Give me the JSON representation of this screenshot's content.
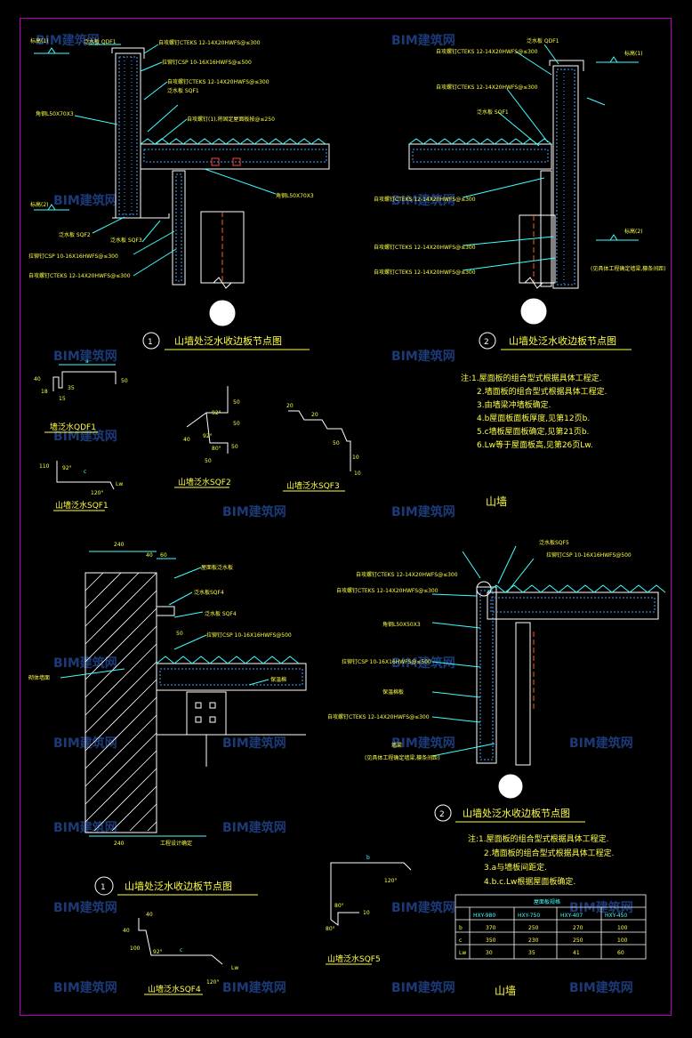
{
  "watermark": "BIM建筑网",
  "detail_titles": {
    "top_left": {
      "num": "1",
      "text": "山墙处泛水收边板节点图"
    },
    "top_right": {
      "num": "2",
      "text": "山墙处泛水收边板节点图"
    },
    "bottom_left": {
      "num": "1",
      "text": "山墙处泛水收边板节点图"
    },
    "bottom_right": {
      "num": "2",
      "text": "山墙处泛水收边板节点图"
    }
  },
  "section_labels": {
    "upper": "山墙",
    "lower": "山墙"
  },
  "notes_upper": [
    "注:1.屋面板的组合型式根据具体工程定.",
    "2.墙面板的组合型式根据具体工程定.",
    "3.由墙梁冲墙板确定.",
    "4.b屋面板面板厚度,见第12页b.",
    "5.c墙板屋面板确定,见第21页b.",
    "6.Lw等于屋面板高,见第26页Lw."
  ],
  "notes_lower": [
    "注:1.屋面板的组合型式根据具体工程定.",
    "2.墙面板的组合型式根据具体工程定.",
    "3.a与墙板间距定.",
    "4.b.c.Lw根据屋面板确定."
  ],
  "part_labels": {
    "qdf1": "墙泛水QDF1",
    "sqf1": "山墙泛水SQF1",
    "sqf2": "山墙泛水SQF2",
    "sqf3": "山墙泛水SQF3",
    "sqf4": "山墙泛水SQF4",
    "sqf5": "山墙泛水SQF5"
  },
  "callouts_tl": {
    "a1": "泛水板 QDF1",
    "a2": "自攻螺钉CTEKS 12-14X20HWFS@≤300",
    "a3": "自攻螺钉CTEKS 12-14X20HWFS@≤300",
    "a4": "拉铆钉CSP 10-16X16HWFS@≤500",
    "a5": "泛水板 SQF1",
    "a6": "自攻螺钉(1),将固定屋面板按@≤250",
    "a7": "角钢L50X70X3",
    "a8": "角钢L50X70X3",
    "a9": "泛水板 SQF2",
    "a10": "泛水板 SQF3",
    "a11": "拉铆钉CSP 10-16X16HWFS@≤300",
    "a12": "自攻螺钉CTEKS 12-14X20HWFS@≤300",
    "level1": "标高(1)",
    "level2": "标高(2)"
  },
  "callouts_tr": {
    "b1": "泛水板 QDF1",
    "b2": "自攻螺钉CTEKS 12-14X20HWFS@≤300",
    "b3": "泛水板 SQF1",
    "b4": "自攻螺钉CTEKS 12-14X20HWFS@≤300",
    "b5": "自攻螺钉CTEKS 12-14X20HWFS@≤300",
    "b6": "自攻螺钉CTEKS 12-14X20HWFS@≤300",
    "level1": "标高(1)",
    "level2": "标高(2)",
    "note": "(见具体工程确定墙梁,檩条间距)"
  },
  "callouts_bl": {
    "c1": "屋面板泛水板",
    "c2": "泛水板SQF4",
    "c3": "泛水板 SQF4",
    "c4": "拉铆钉CSP 10-16X16HWFS@500",
    "c5": "砌体墙面",
    "c6": "保温棉",
    "dim_top": "240",
    "dim_bot": "240",
    "dim_40": "40",
    "dim_60": "60",
    "dim_50": "50",
    "dim_note": "工程设计确定"
  },
  "callouts_br": {
    "d1": "泛水板SQF5",
    "d2": "拉铆钉CSP 10-16X16HWFS@500",
    "d3": "自攻螺钉CTEKS 12-14X20HWFS@≤300",
    "d4": "角钢L50X50X3",
    "d5": "拉铆钉CSP 10-16X16HWFS@≤500",
    "d6": "保温棉板",
    "d7": "自攻螺钉CTEKS 12-14X20HWFS@≤300",
    "d8": "墙梁",
    "d9": "(见具体工程确定墙梁,檩条间距)"
  },
  "dims": {
    "qdf1": {
      "a": "a",
      "d40": "40",
      "d18": "18",
      "d15": "15",
      "d50": "50",
      "d35": "35"
    },
    "sqf1": {
      "d110": "110",
      "d92": "92°",
      "c": "c",
      "d120": "120°",
      "lw": "Lw"
    },
    "sqf2": {
      "d92": "92°",
      "d50a": "50",
      "d50b": "50",
      "d50c": "50",
      "d80": "80°",
      "d92b": "92°",
      "d40": "40",
      "d50d": "50"
    },
    "sqf3": {
      "d20a": "20",
      "d20b": "20",
      "d50": "50",
      "d10": "10",
      "d10b": "10"
    },
    "sqf4": {
      "d40a": "40",
      "d40b": "40",
      "d100": "100",
      "d92": "92°",
      "c": "c",
      "lw": "Lw",
      "d120": "120°"
    },
    "sqf5": {
      "b": "b",
      "d120": "120°",
      "d80a": "80°",
      "d80b": "80°",
      "d10": "10"
    }
  },
  "table": {
    "title": "屋面板规格",
    "headers": [
      "",
      "HXY-980",
      "HXY-750",
      "HXY-407",
      "HXY-450"
    ],
    "rows": [
      [
        "b",
        "370",
        "250",
        "270",
        "100"
      ],
      [
        "c",
        "350",
        "230",
        "250",
        "100"
      ],
      [
        "Lw",
        "30",
        "35",
        "41",
        "60"
      ]
    ]
  }
}
